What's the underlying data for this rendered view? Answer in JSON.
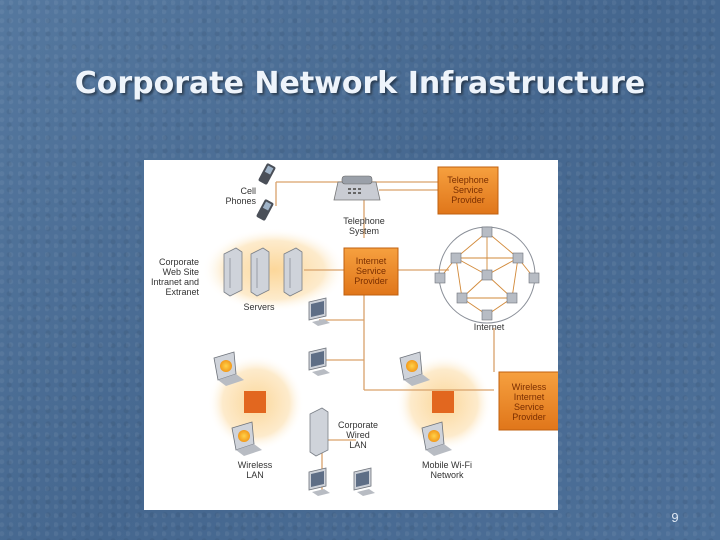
{
  "slide": {
    "title": "Corporate Network Infrastructure",
    "page_number": "9"
  },
  "diagram": {
    "labels": {
      "cell_phones": "Cell\nPhones",
      "telephone_system": "Telephone\nSystem",
      "telephone_provider": "Telephone\nService\nProvider",
      "corporate_web_site": "Corporate\nWeb Site\nIntranet and\nExtranet",
      "servers": "Servers",
      "isp": "Internet\nService\nProvider",
      "internet": "Internet",
      "corporate_wired_lan": "Corporate\nWired\nLAN",
      "wireless_lan": "Wireless\nLAN",
      "mobile_wifi": "Mobile Wi-Fi\nNetwork",
      "wireless_isp": "Wireless\nInternet\nService\nProvider"
    },
    "colors": {
      "provider_box": "#ef8a1e",
      "glow": "#fde2ad",
      "line": "#d9a26b",
      "device": "#c9ccd3"
    }
  }
}
